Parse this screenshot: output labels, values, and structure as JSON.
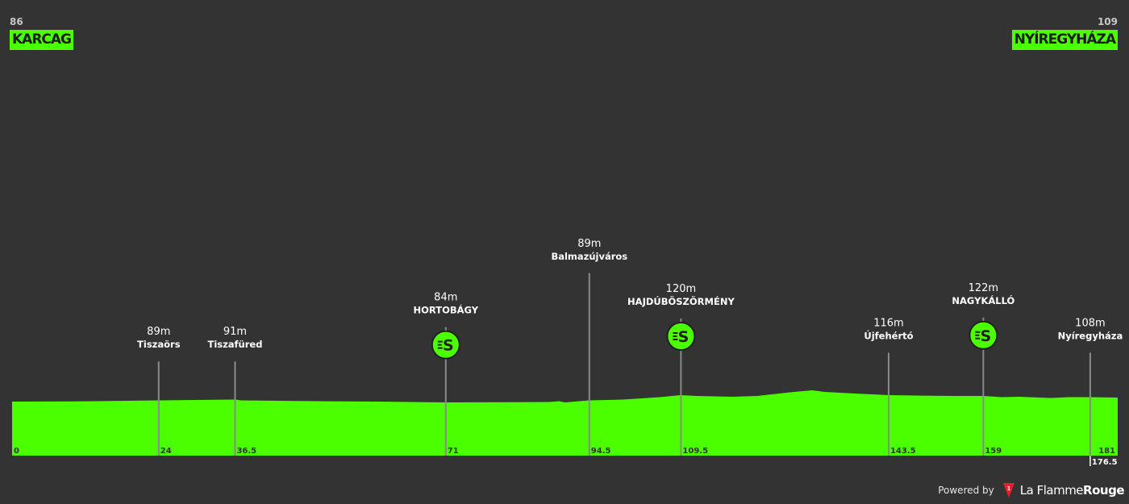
{
  "start": {
    "altitude": "86",
    "name": "KARCAG"
  },
  "finish": {
    "altitude": "109",
    "name": "NYÍREGYHÁZA"
  },
  "chart_data": {
    "type": "area",
    "xlim": [
      0,
      181
    ],
    "ylim": [
      0,
      300
    ],
    "profile_color": "#4cff00",
    "background_color": "#333333",
    "profile": [
      [
        0,
        86
      ],
      [
        10,
        86.5
      ],
      [
        24,
        89
      ],
      [
        30,
        90
      ],
      [
        36.5,
        91
      ],
      [
        37.5,
        89
      ],
      [
        50,
        87
      ],
      [
        60,
        86
      ],
      [
        71,
        84
      ],
      [
        80,
        84.5
      ],
      [
        88,
        85
      ],
      [
        89.5,
        87
      ],
      [
        90.5,
        84
      ],
      [
        94.5,
        89
      ],
      [
        100,
        91
      ],
      [
        106,
        97
      ],
      [
        109.5,
        102
      ],
      [
        112,
        100
      ],
      [
        118,
        98
      ],
      [
        122,
        100
      ],
      [
        128,
        110
      ],
      [
        131,
        114
      ],
      [
        133,
        110
      ],
      [
        138,
        106
      ],
      [
        143.5,
        102
      ],
      [
        148,
        101
      ],
      [
        154,
        100
      ],
      [
        159,
        100
      ],
      [
        162,
        97
      ],
      [
        165,
        98
      ],
      [
        170,
        95
      ],
      [
        173,
        97
      ],
      [
        176.5,
        97
      ],
      [
        181,
        96
      ]
    ],
    "waypoints": [
      {
        "km": 24,
        "km_label": "24",
        "elevation": "89m",
        "name": "Tiszaörs",
        "sprint": false,
        "major": false,
        "label_y": 0.685
      },
      {
        "km": 36.5,
        "km_label": "36.5",
        "elevation": "91m",
        "name": "Tiszafüred",
        "sprint": false,
        "major": false,
        "label_y": 0.685
      },
      {
        "km": 71,
        "km_label": "71",
        "elevation": "84m",
        "name": "HORTOBÁGY",
        "sprint": true,
        "major": true,
        "label_y": 0.617
      },
      {
        "km": 94.5,
        "km_label": "94.5",
        "elevation": "89m",
        "name": "Balmazújváros",
        "sprint": false,
        "major": false,
        "label_y": 0.51
      },
      {
        "km": 109.5,
        "km_label": "109.5",
        "elevation": "120m",
        "name": "HAJDÚBÖSZÖRMÉNY",
        "sprint": true,
        "major": true,
        "label_y": 0.6
      },
      {
        "km": 143.5,
        "km_label": "143.5",
        "elevation": "116m",
        "name": "Újfehértó",
        "sprint": false,
        "major": false,
        "label_y": 0.668
      },
      {
        "km": 159,
        "km_label": "159",
        "elevation": "122m",
        "name": "NAGYKÁLLÓ",
        "sprint": true,
        "major": true,
        "label_y": 0.598
      },
      {
        "km": 176.5,
        "km_label": "176.5",
        "elevation": "108m",
        "name": "Nyíregyháza",
        "sprint": false,
        "major": false,
        "label_y": 0.668,
        "km_below": true
      }
    ],
    "axis_start_label": "0",
    "axis_end_label": "181"
  },
  "footer": {
    "powered_by": "Powered by",
    "brand_light": "La Flamme",
    "brand_bold": "Rouge"
  }
}
